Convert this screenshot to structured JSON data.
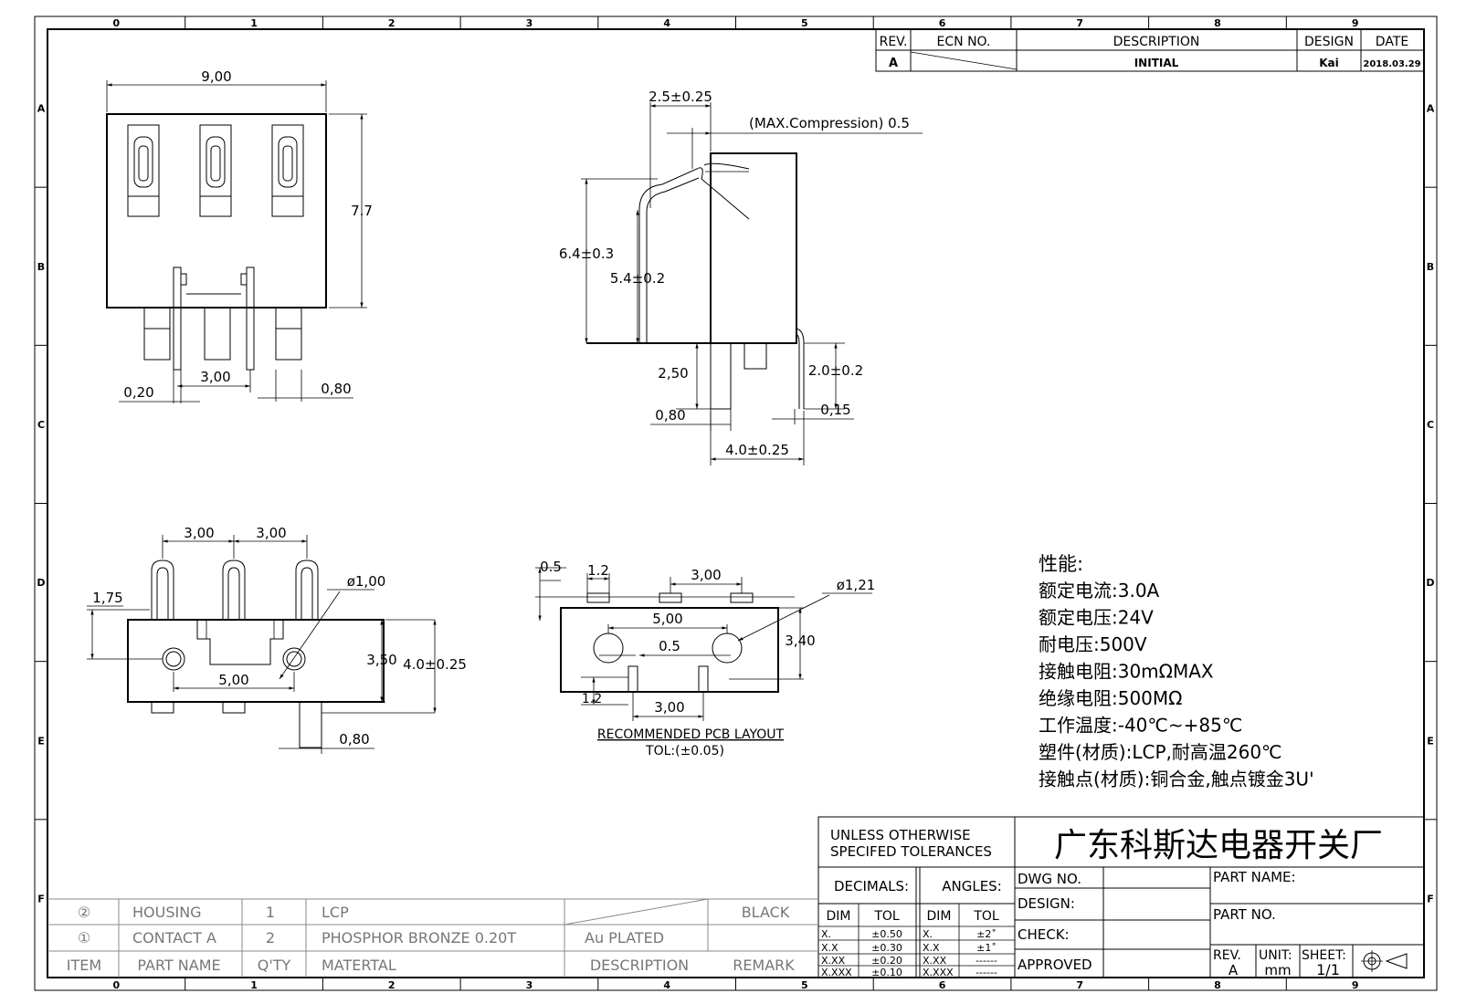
{
  "frame": {
    "zones_top": [
      "0",
      "1",
      "2",
      "3",
      "4",
      "5",
      "6",
      "7",
      "8",
      "9"
    ],
    "zones_side": [
      "A",
      "B",
      "C",
      "D",
      "E",
      "F"
    ]
  },
  "revision_block": {
    "headers": {
      "rev": "REV.",
      "ecn": "ECN NO.",
      "description": "DESCRIPTION",
      "design": "DESIGN",
      "date": "DATE"
    },
    "row": {
      "rev": "A",
      "description": "INITIAL",
      "design": "Kai",
      "date": "2018.03.29"
    }
  },
  "top_view": {
    "width": "9,00",
    "height": "7.7",
    "pin_width": "0,20",
    "pitch": "3,00",
    "pin_pitch": "0,80"
  },
  "side_view": {
    "contact_width": "2.5±0.25",
    "compression": "(MAX.Compression) 0.5",
    "total_height": "6.4±0.3",
    "working_height": "5.4±0.2",
    "peg_length": "2,50",
    "peg_width": "0,80",
    "tail_length": "2.0±0.2",
    "tail_thickness": "0,15",
    "depth": "4.0±0.25"
  },
  "front_view": {
    "pitch_left": "3,00",
    "pitch_right": "3,00",
    "offset": "1,75",
    "hole_dia": "ø1,00",
    "body_height": "3,50",
    "total_height": "4.0±0.25",
    "hole_spacing": "5,00",
    "pin_width": "0,80"
  },
  "pcb_layout": {
    "pad_offset": "0.5",
    "pad_width": "1.2",
    "pad_pitch": "3,00",
    "hole_dia": "ø1,21",
    "hole_spacing": "5,00",
    "hole_offset": "0.5",
    "row_distance": "3,40",
    "pad_height": "1.2",
    "bottom_pitch": "3,00",
    "title": "RECOMMENDED PCB LAYOUT",
    "tolerance": "TOL:(±0.05)"
  },
  "specs": {
    "heading": "性能:",
    "lines": [
      "额定电流:3.0A",
      "额定电压:24V",
      "耐电压:500V",
      "接触电阻:30mΩMAX",
      "绝缘电阻:500MΩ",
      "工作温度:-40℃~+85℃",
      "塑件(材质):LCP,耐高温260℃",
      "接触点(材质):铜合金,触点镀金3U'"
    ]
  },
  "bom": {
    "rows": [
      {
        "item": "②",
        "name": "HOUSING",
        "qty": "1",
        "material": "LCP",
        "description": "",
        "remark": "BLACK"
      },
      {
        "item": "①",
        "name": "CONTACT A",
        "qty": "2",
        "material": "PHOSPHOR BRONZE 0.20T",
        "description": "Au PLATED",
        "remark": ""
      }
    ],
    "headers": {
      "item": "ITEM",
      "name": "PART NAME",
      "qty": "Q'TY",
      "material": "MATERTAL",
      "description": "DESCRIPTION",
      "remark": "REMARK"
    }
  },
  "tolerance_block": {
    "title_line1": "UNLESS OTHERWISE",
    "title_line2": "SPECIFED TOLERANCES",
    "decimals": "DECIMALS:",
    "angles": "ANGLES:",
    "dim": "DIM",
    "tol": "TOL",
    "decimal_rows": [
      [
        "X.",
        "±0.50"
      ],
      [
        "X.X",
        "±0.30"
      ],
      [
        "X.XX",
        "±0.20"
      ],
      [
        "X.XXX",
        "±0.10"
      ]
    ],
    "angle_rows": [
      [
        "X.",
        "±2˚"
      ],
      [
        "X.X",
        "±1˚"
      ],
      [
        "X.XX",
        "------"
      ],
      [
        "X.XXX",
        "------"
      ]
    ]
  },
  "title_block": {
    "company": "广东科斯达电器开关厂",
    "dwg_no": "DWG NO.",
    "design": "DESIGN:",
    "check": "CHECK:",
    "approved": "APPROVED",
    "part_name": "PART NAME:",
    "part_no": "PART NO.",
    "rev_label": "REV.",
    "rev_value": "A",
    "unit_label": "UNIT:",
    "unit_value": "mm",
    "sheet_label": "SHEET:",
    "sheet_value": "1/1"
  }
}
